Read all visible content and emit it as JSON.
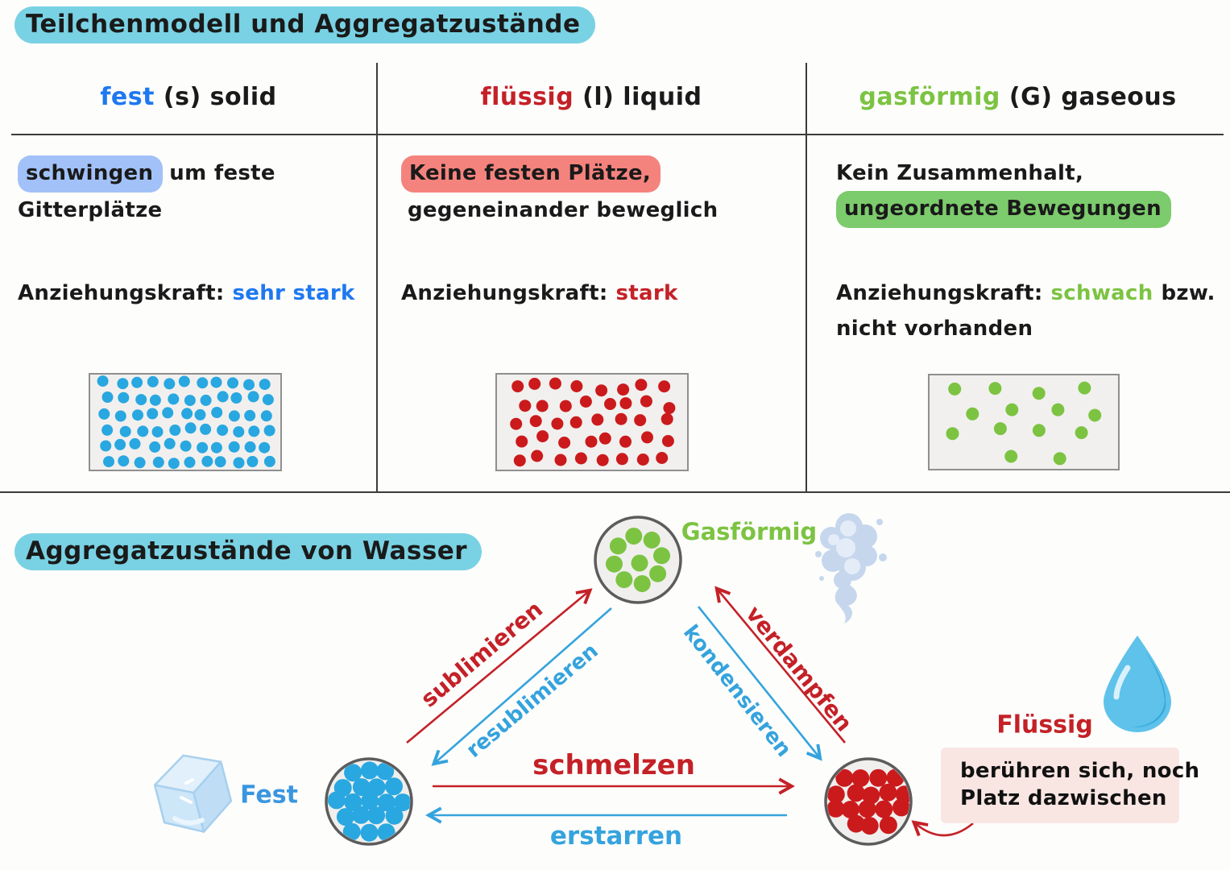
{
  "titles": {
    "main": "Teilchenmodell und Aggregatzustände",
    "water": "Aggregatzustände von Wasser"
  },
  "colors": {
    "title_highlight": "#79d2e3",
    "solid_accent": "#1e78f0",
    "liquid_accent": "#c42127",
    "gas_accent": "#7cc342",
    "highlight_blue": "#a2c1f8",
    "highlight_pink": "#f5837d",
    "highlight_green": "#7ccb6c",
    "arrow_blue": "#35a3dd",
    "arrow_red": "#c42127",
    "note_box_bg": "#f9e6e3"
  },
  "table": {
    "solid": {
      "header_term": "fest",
      "header_rest": "(s) solid",
      "desc_highlight": "schwingen",
      "desc_rest": "um feste",
      "desc_line2": "Gitterplätze",
      "attraction_label": "Anziehungskraft:",
      "attraction_value": "sehr stark"
    },
    "liquid": {
      "header_term": "flüssig",
      "header_rest": "(l) liquid",
      "desc_highlight": "Keine festen Plätze,",
      "desc_line2": "gegeneinander beweglich",
      "attraction_label": "Anziehungskraft:",
      "attraction_value": "stark"
    },
    "gas": {
      "header_term": "gasförmig",
      "header_rest": "(G) gaseous",
      "desc_line1": "Kein Zusammenhalt,",
      "desc_highlight2": "ungeordnete Bewegungen",
      "attraction_label": "Anziehungskraft:",
      "attraction_value": "schwach",
      "attraction_suffix": "bzw.",
      "attraction_line2": "nicht vorhanden"
    }
  },
  "particles": {
    "solid_box": {
      "count": 66,
      "color": "#29a7e0"
    },
    "liquid_box": {
      "count": 40,
      "color": "#cb1a1c"
    },
    "gas_box": {
      "count": 14,
      "color": "#7cc342"
    },
    "solid_circle": {
      "count": 19,
      "color": "#29a7e0"
    },
    "liquid_circle": {
      "count": 17,
      "color": "#cb1a1c"
    },
    "gas_circle": {
      "count": 9,
      "color": "#7cc342"
    }
  },
  "diagram": {
    "gas_label": "Gasförmig",
    "solid_label": "Fest",
    "liquid_label": "Flüssig",
    "transitions": {
      "sublimieren": "sublimieren",
      "resublimieren": "resublimieren",
      "verdampfen": "verdampfen",
      "kondensieren": "kondensieren",
      "schmelzen": "schmelzen",
      "erstarren": "erstarren"
    },
    "note": {
      "line1": "berühren sich, noch",
      "line2": "Platz dazwischen"
    }
  }
}
